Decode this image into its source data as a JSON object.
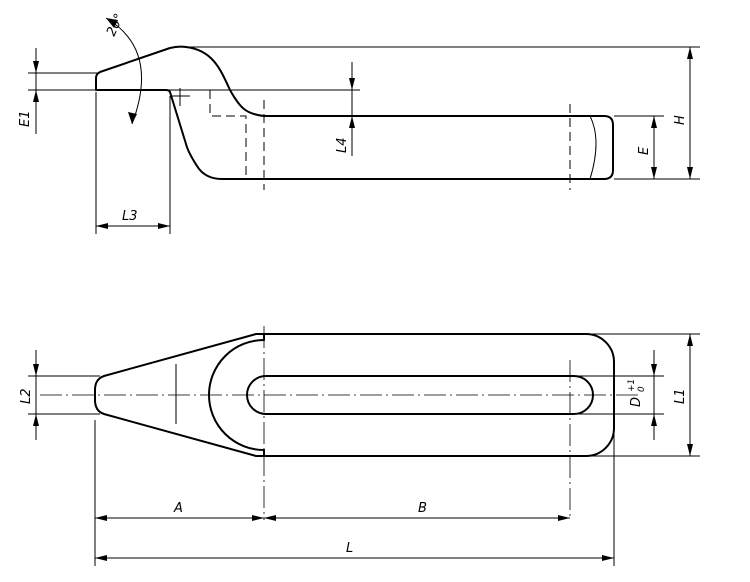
{
  "labels": {
    "angle": "20°",
    "E1": "E1",
    "L4": "L4",
    "L3": "L3",
    "E": "E",
    "H": "H",
    "L2": "L2",
    "D": "D",
    "tol_plus": "+1",
    "tol_zero": "0",
    "L1": "L1",
    "A": "A",
    "B": "B",
    "L": "L"
  }
}
